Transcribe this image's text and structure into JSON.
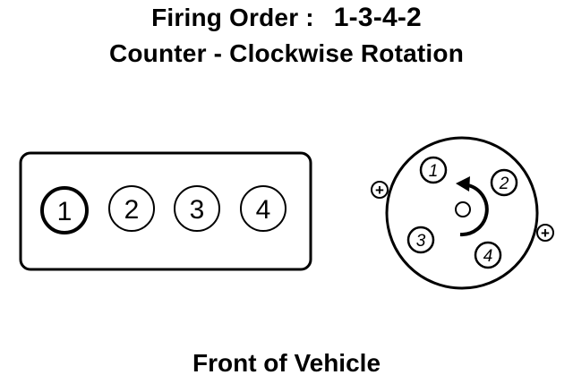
{
  "title": {
    "label": "Firing Order :",
    "order": "1-3-4-2",
    "subtitle": "Counter - Clockwise Rotation"
  },
  "engine_block": {
    "cylinders": [
      "1",
      "2",
      "3",
      "4"
    ],
    "highlighted": "1"
  },
  "distributor": {
    "terminals": [
      "1",
      "2",
      "3",
      "4"
    ],
    "terminal_plus": "+",
    "rotation": "counter-clockwise"
  },
  "footer": "Front of Vehicle",
  "colors": {
    "stroke": "#000000",
    "background": "#ffffff"
  }
}
